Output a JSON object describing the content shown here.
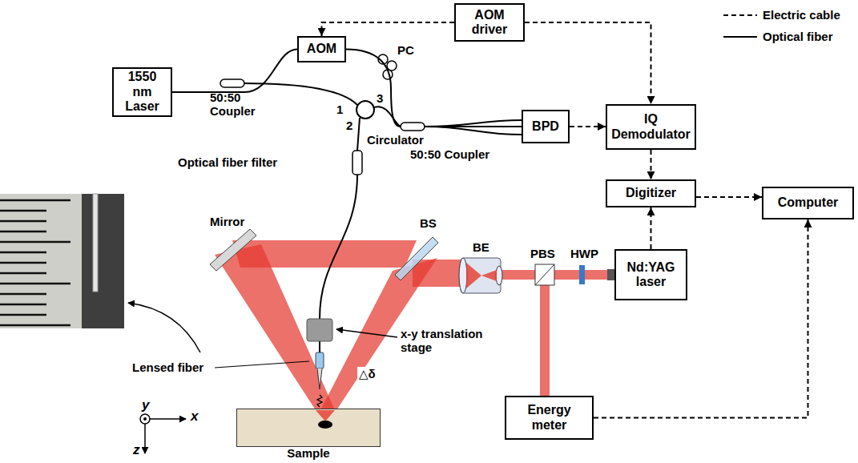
{
  "diagram": {
    "nodes": [
      {
        "text": [
          "1550 nm Laser"
        ]
      },
      {
        "text": [
          "AOM"
        ]
      },
      {
        "text": [
          "AOM driver"
        ]
      },
      {
        "text": [
          "BPD"
        ]
      },
      {
        "text": [
          "IQ Demodulator"
        ]
      },
      {
        "text": [
          "Digitizer"
        ]
      },
      {
        "text": [
          "Computer"
        ]
      },
      {
        "text": [
          "Nd:YAG laser"
        ]
      },
      {
        "text": [
          "Energy meter"
        ]
      },
      {
        "text": [
          "Sample"
        ]
      }
    ],
    "edges": [
      {
        "from": 0,
        "to": 1,
        "arrow": "none"
      },
      {
        "from": 1,
        "to": 3,
        "arrow": "none"
      },
      {
        "from": 2,
        "to": 1,
        "arrow": "to"
      },
      {
        "from": 2,
        "to": 4,
        "arrow": "to"
      },
      {
        "from": 3,
        "to": 4,
        "arrow": "to"
      },
      {
        "from": 4,
        "to": 5,
        "arrow": "to"
      },
      {
        "from": 7,
        "to": 5,
        "arrow": "to"
      },
      {
        "from": 5,
        "to": 6,
        "arrow": "to"
      },
      {
        "from": 8,
        "to": 6,
        "arrow": "to"
      }
    ],
    "labels": [
      "PC",
      "50:50 Coupler",
      "1",
      "3",
      "2",
      "Circulator",
      "50:50 Coupler",
      "Optical fiber filter",
      "Mirror",
      "BS",
      "BE",
      "PBS",
      "HWP",
      "Lensed fiber",
      "x-y translation stage",
      "y",
      "x",
      "z",
      "△δ"
    ],
    "legend": [
      {
        "text": "Electric cable"
      },
      {
        "text": "Optical fiber"
      }
    ]
  }
}
